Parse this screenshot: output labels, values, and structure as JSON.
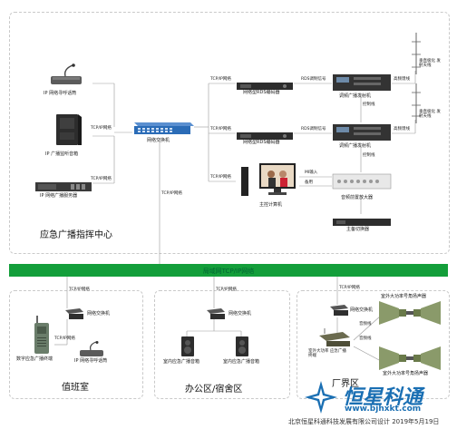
{
  "areas": {
    "command_center": "应急广播指挥中心",
    "duty_room": "值班室",
    "office": "办公区/宿舍区",
    "factory": "厂界区"
  },
  "bus_label": "局域网TCP/IP网络",
  "devices": {
    "ip_mic": "IP 网络寻呼话筒",
    "ip_mon": "IP 广播监听音箱",
    "ip_srv": "IP 网络广播服务器",
    "switch_main": "网络交换机",
    "encoder1": "网络型RDS编码器",
    "encoder2": "网络型RDS编码器",
    "fm_tx1": "调频广播发射机",
    "fm_tx2": "调频广播发射机",
    "pc": "主控计算机",
    "amp": "音频前置放大器",
    "mgr": "主备切换器",
    "ant1": "垂直极化 发射天线",
    "ant2": "垂直极化 发射天线",
    "duty_switch": "网络交换机",
    "duty_term": "数字应急广播终端",
    "duty_mic": "IP 网络寻呼话筒",
    "office_switch": "网络交换机",
    "office_spk1": "室内应急广播音箱",
    "office_spk2": "室内应急广播音箱",
    "fac_switch": "网络交换机",
    "fac_recv": "室外大功率 应急广播终端",
    "horn1": "室外大功率号角扬声器",
    "horn2": "室外大功率号角扬声器"
  },
  "wire_labels": {
    "tcpip": "TCP/IP网络",
    "rds_signal": "RDS调制信号",
    "hf_feed": "高频馈线",
    "ctrl_line": "控制线",
    "audio_line": "音频线",
    "in_mi": "MI输入",
    "standby": "备用",
    "uplink": "TCP/IP网络"
  },
  "brand": {
    "name": "恒星科通",
    "url": "www.bjhxkt.com",
    "footer": "北京恒星科通科技发展有限公司设计 2019年5月19日"
  },
  "colors": {
    "bus": "#139e3a",
    "brand": "#1a6fb3",
    "dark_device": "#2d2d2d",
    "blue_switch": "#2b6cb7"
  }
}
